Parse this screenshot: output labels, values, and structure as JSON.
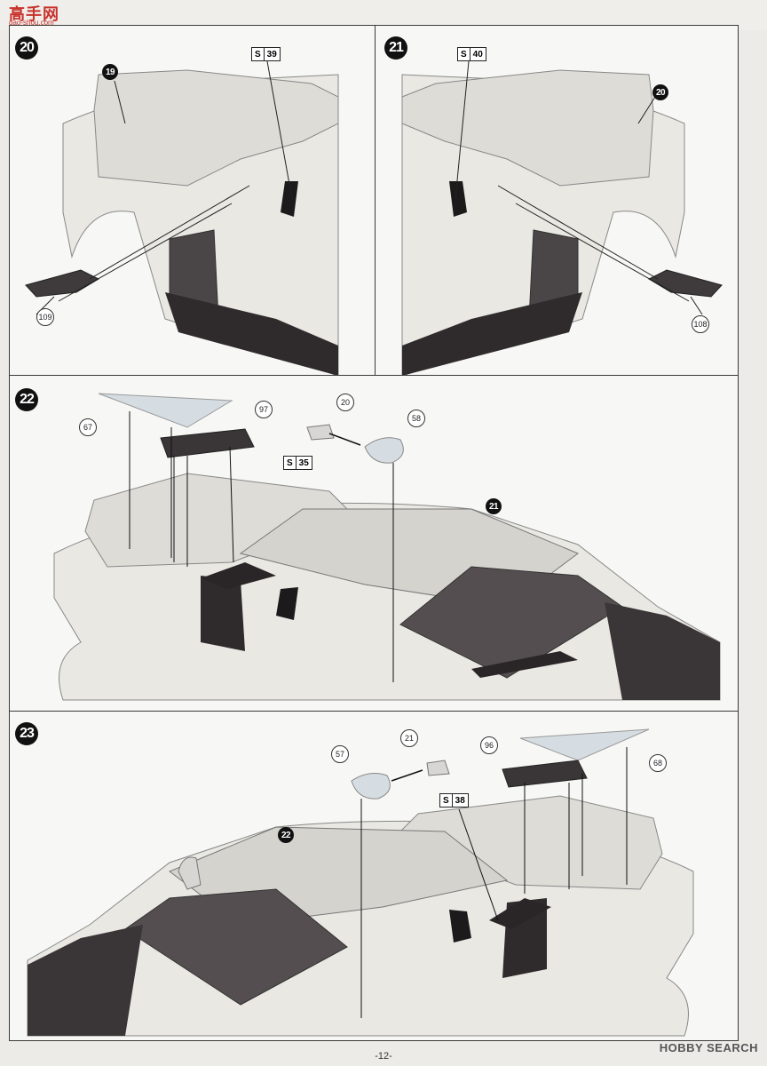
{
  "watermark": {
    "title": "高手网",
    "subtitle": "gao-shou.com"
  },
  "steps": [
    {
      "number": "20",
      "ref": "19",
      "sticker": {
        "letter": "S",
        "num": "39"
      },
      "parts": [
        "109"
      ]
    },
    {
      "number": "21",
      "ref": "20",
      "sticker": {
        "letter": "S",
        "num": "40"
      },
      "parts": [
        "108"
      ]
    },
    {
      "number": "22",
      "ref": "21",
      "sticker": {
        "letter": "S",
        "num": "35"
      },
      "parts": [
        "67",
        "97",
        "20",
        "58"
      ]
    },
    {
      "number": "23",
      "ref": "22",
      "sticker": {
        "letter": "S",
        "num": "38"
      },
      "parts": [
        "57",
        "21",
        "96",
        "68"
      ]
    }
  ],
  "footer": {
    "page": "-12-",
    "source": "HOBBY SEARCH"
  },
  "colors": {
    "body_panel": "#e9e8e3",
    "dark_part": "#3a3537",
    "clear_part": "#d6dde2"
  }
}
